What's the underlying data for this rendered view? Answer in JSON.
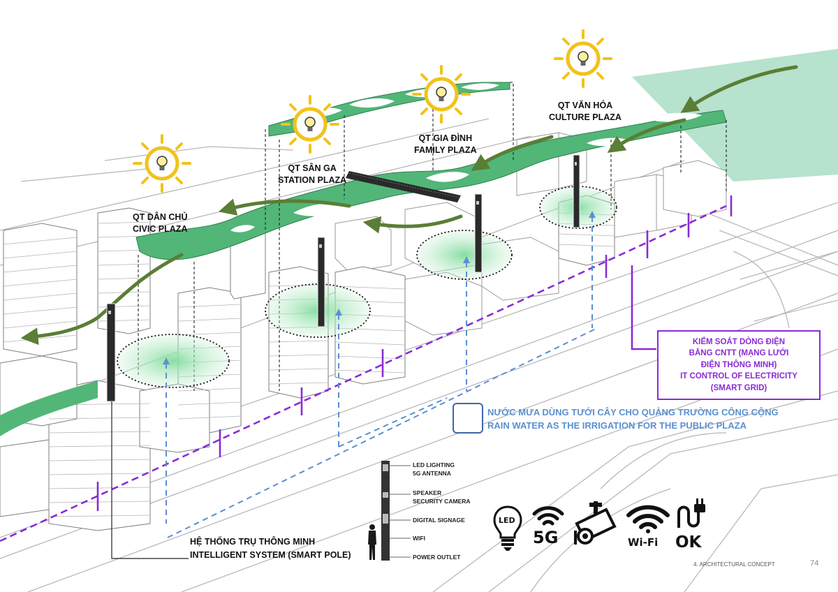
{
  "plazas": [
    {
      "id": "civic",
      "name_vi": "QT DÂN CHỦ",
      "name_en": "CIVIC PLAZA"
    },
    {
      "id": "station",
      "name_vi": "QT SÂN GA",
      "name_en": "STATION  PLAZA"
    },
    {
      "id": "family",
      "name_vi": "QT GIA ĐÌNH",
      "name_en": "FAMILY  PLAZA"
    },
    {
      "id": "culture",
      "name_vi": "QT VĂN HÓA",
      "name_en": "CULTURE PLAZA"
    }
  ],
  "smart_grid": {
    "line1": "KIỂM SOÁT DÒNG ĐIỆN",
    "line2": "BẰNG CNTT (MẠNG LƯỚI",
    "line3": "ĐIỆN THÔNG MINH)",
    "line4": "IT CONTROL OF ELECTRICITY",
    "line5": "(SMART GRID)"
  },
  "rainwater": {
    "line_vi": "NƯỚC MƯA DÙNG TƯỚI CÂY CHO QUẢNG TRƯỜNG CÔNG CỘNG",
    "line_en": "RAIN WATER AS THE IRRIGATION FOR THE PUBLIC PLAZA"
  },
  "smart_pole": {
    "title_vi": "HỆ THỐNG TRỤ THÔNG MINH",
    "title_en": "INTELLIGENT SYSTEM (SMART POLE)",
    "specs": [
      "LED LIGHTING",
      "5G ANTENNA",
      "SPEAKER",
      "SECURITY CAMERA",
      "DIGITAL SIGNAGE",
      "WIFI",
      "POWER OUTLET"
    ]
  },
  "feature_icons": [
    {
      "label": "LED",
      "icon": "led-bulb-icon"
    },
    {
      "label": "5G",
      "icon": "signal-5g-icon"
    },
    {
      "label": "",
      "icon": "security-camera-icon"
    },
    {
      "label": "Wi-Fi",
      "icon": "wifi-icon"
    },
    {
      "label": "OK",
      "icon": "power-plug-icon"
    }
  ],
  "footer": {
    "section": "4. ARCHITECTURAL CONCEPT",
    "page": "74"
  },
  "colors": {
    "green_deck": "#52b678",
    "arrow_green": "#5a7e35",
    "sun_yellow": "#f2c21b",
    "smart_grid_purple": "#8a2bd6",
    "rain_blue": "#5b8fd0",
    "water_teal": "#a9ddc5"
  }
}
